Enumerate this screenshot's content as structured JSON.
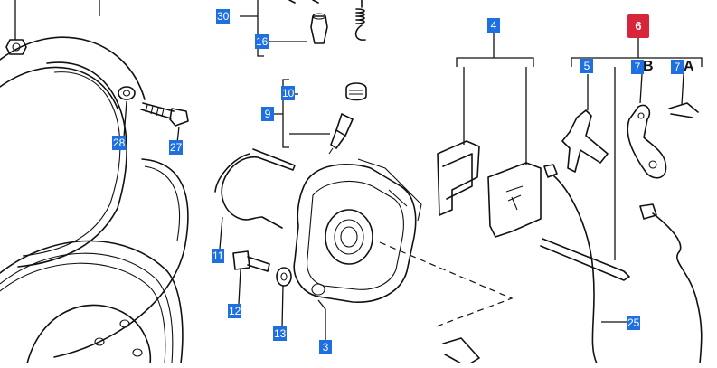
{
  "diagram": {
    "selected_part": "6",
    "callouts": [
      {
        "id": "callout-30",
        "label": "30"
      },
      {
        "id": "callout-16",
        "label": "16"
      },
      {
        "id": "callout-10",
        "label": "10"
      },
      {
        "id": "callout-9",
        "label": "9"
      },
      {
        "id": "callout-28",
        "label": "28"
      },
      {
        "id": "callout-27",
        "label": "27"
      },
      {
        "id": "callout-4",
        "label": "4"
      },
      {
        "id": "callout-6",
        "label": "6"
      },
      {
        "id": "callout-5",
        "label": "5"
      },
      {
        "id": "callout-7b",
        "label": "7"
      },
      {
        "id": "callout-7a",
        "label": "7"
      },
      {
        "id": "callout-11",
        "label": "11"
      },
      {
        "id": "callout-12",
        "label": "12"
      },
      {
        "id": "callout-13",
        "label": "13"
      },
      {
        "id": "callout-3",
        "label": "3"
      },
      {
        "id": "callout-25",
        "label": "25"
      }
    ],
    "suffix_b": "B",
    "suffix_a": "A",
    "colors": {
      "callout": "#1e6fe0",
      "selected": "#d8253b",
      "line": "#111111"
    }
  }
}
